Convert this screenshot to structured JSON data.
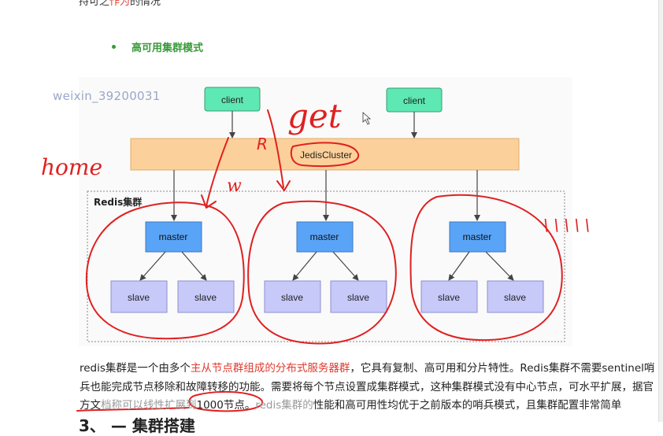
{
  "header_text": {
    "before": "持可之",
    "highlight": "作为",
    "after": "的情况"
  },
  "bullet": {
    "label": "高可用集群模式"
  },
  "watermark": "weixin_39200031",
  "diagram": {
    "client_label": "client",
    "cluster_label": "JedisCluster",
    "group_title": "Redis集群",
    "master_label": "master",
    "slave_label": "slave",
    "colors": {
      "client": "#5ee8b3",
      "cluster": "#fcd09a",
      "master": "#5aa4f7",
      "slave": "#c7c9f9",
      "ink": "#e02020"
    }
  },
  "annotations": {
    "get": "get",
    "r": "R",
    "w": "w",
    "home": "home",
    "dots": "\\ \\ \\ \\ \\"
  },
  "paragraph": {
    "line1": {
      "a": "redis集群是一个由多个",
      "red": "主从节点群组成的分布式服务器群",
      "b": "，它具有复制、高可用和分片特性。Redis集群不需要sentinel哨"
    },
    "line2": "兵也能完成节点移除和故障转移的功能。需要将每个节点设置成集群模式，这种集群模式没有中心节点，可水平扩展，据官",
    "line3": {
      "a": "方文",
      "gray": "档称可以线性扩展到",
      "b": "1000节点。",
      "c": "redis集群的",
      "d": "性能和高可用性均优于之前版本的哨兵模式，且集群配置非常简单"
    }
  },
  "next_heading": "3、    — 集群搭建"
}
